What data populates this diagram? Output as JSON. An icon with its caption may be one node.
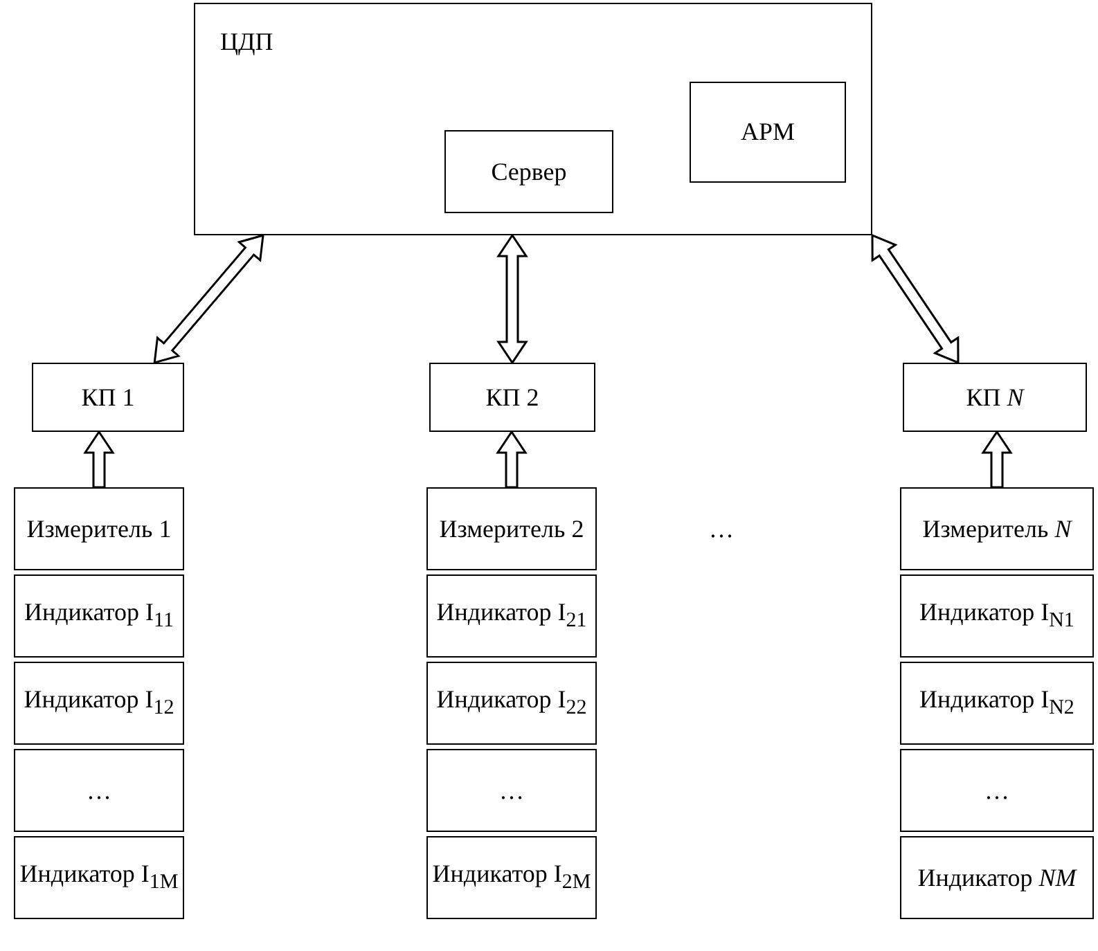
{
  "diagram": {
    "nodes": [
      {
        "text": [
          "ЦДП"
        ]
      },
      {
        "text": [
          "Сервер"
        ],
        "in": 0
      },
      {
        "text": [
          "АРМ"
        ],
        "in": 0
      },
      {
        "text": [
          "КП 1"
        ]
      },
      {
        "text": [
          "КП 2"
        ]
      },
      {
        "text": [
          "КП *N*"
        ]
      },
      {
        "text": [
          "Измеритель 1"
        ]
      },
      {
        "text": [
          "Индикатор I$_{11}$"
        ]
      },
      {
        "text": [
          "Индикатор I$_{12}$"
        ]
      },
      {
        "text": [
          "…"
        ]
      },
      {
        "text": [
          "Индикатор I$_{1M}$"
        ]
      },
      {
        "text": [
          "Измеритель 2"
        ]
      },
      {
        "text": [
          "Индикатор I$_{21}$"
        ]
      },
      {
        "text": [
          "Индикатор I$_{22}$"
        ]
      },
      {
        "text": [
          "…"
        ]
      },
      {
        "text": [
          "Индикатор I$_{2M}$"
        ]
      },
      {
        "text": [
          "Измеритель *N*"
        ]
      },
      {
        "text": [
          "Индикатор I$_{N1}$"
        ]
      },
      {
        "text": [
          "Индикатор I$_{N2}$"
        ]
      },
      {
        "text": [
          "…"
        ]
      },
      {
        "text": [
          "Индикатор *NM*"
        ]
      }
    ],
    "edges": [
      {
        "from": 0,
        "to": 3,
        "arrow": "both"
      },
      {
        "from": 0,
        "to": 4,
        "arrow": "both"
      },
      {
        "from": 0,
        "to": 5,
        "arrow": "both"
      },
      {
        "from": 6,
        "to": 3,
        "arrow": "to"
      },
      {
        "from": 11,
        "to": 4,
        "arrow": "to"
      },
      {
        "from": 16,
        "to": 5,
        "arrow": "to"
      }
    ],
    "labels": [
      "…"
    ]
  }
}
